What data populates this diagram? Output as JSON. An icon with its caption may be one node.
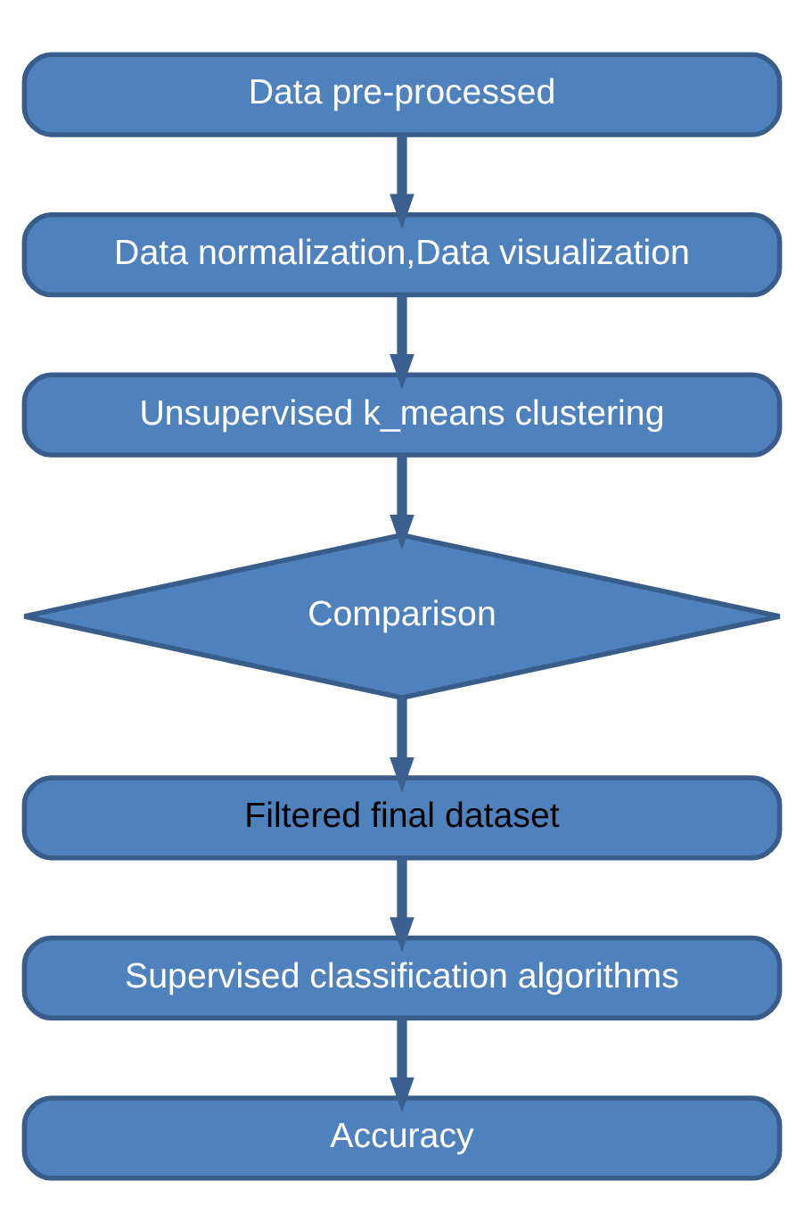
{
  "diagram": {
    "nodes": [
      {
        "text": [
          "Data pre-processed"
        ]
      },
      {
        "text": [
          "Data normalization,Data visualization"
        ]
      },
      {
        "text": [
          "Unsupervised k_means clustering"
        ]
      },
      {
        "text": [
          "Comparison"
        ]
      },
      {
        "text": [
          "Filtered final dataset"
        ]
      },
      {
        "text": [
          "Supervised classification algorithms"
        ]
      },
      {
        "text": [
          "Accuracy"
        ]
      }
    ],
    "edges": [
      {
        "from": 0,
        "to": 1,
        "arrow": "to"
      },
      {
        "from": 1,
        "to": 2,
        "arrow": "to"
      },
      {
        "from": 2,
        "to": 3,
        "arrow": "to"
      },
      {
        "from": 3,
        "to": 4,
        "arrow": "to"
      },
      {
        "from": 4,
        "to": 5,
        "arrow": "to"
      },
      {
        "from": 5,
        "to": 6,
        "arrow": "to"
      }
    ]
  }
}
